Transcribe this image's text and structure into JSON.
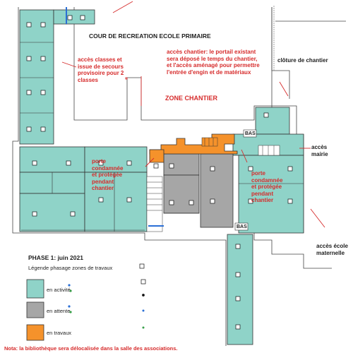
{
  "plan": {
    "cour": "COUR DE RECREATION ECOLE PRIMAIRE",
    "zone_chantier": "ZONE CHANTIER",
    "cloture": "clôture de chantier",
    "bas_top": "BAS",
    "bas_bottom": "BAS",
    "acces_mairie_1": "accès",
    "acces_mairie_2": "mairie",
    "acces_ecole_1": "accès école",
    "acces_ecole_2": "maternelle"
  },
  "notes": {
    "acces_classes": [
      "accès classes et",
      "issue de secours",
      "provisoire pour 2",
      "classes"
    ],
    "acces_chantier": [
      "accès chantier: le portail existant",
      "sera déposé le temps du chantier,",
      "et l'accès aménagé pour permettre",
      "l'entrée d'engin et de matériaux"
    ],
    "porte_left": [
      "porte",
      "condamnée",
      "et protégée",
      "pendant",
      "chantier"
    ],
    "porte_right": [
      "porte",
      "condamnée",
      "et protégée",
      "pendant",
      "chantier"
    ]
  },
  "legend": {
    "phase": "PHASE 1: juin 2021",
    "title": "Légende phasage zones de travaux",
    "items": [
      {
        "label": "en activité",
        "color": "#8fd3c8"
      },
      {
        "label": "en attente",
        "color": "#a6a6a6"
      },
      {
        "label": "en travaux",
        "color": "#f5922b"
      }
    ]
  },
  "footer": {
    "note": "Nota: la bibliothèque sera délocalisée dans la salle des associations."
  }
}
